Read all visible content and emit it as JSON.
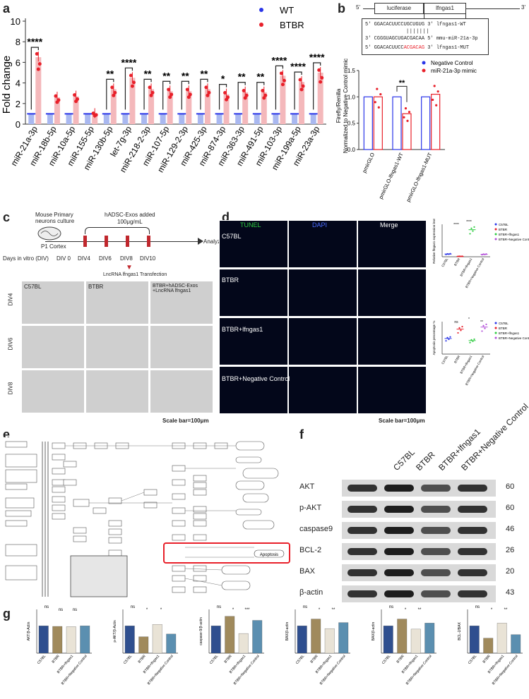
{
  "panels": {
    "a": "a",
    "b": "b",
    "c": "c",
    "d": "d",
    "e": "e",
    "f": "f",
    "g": "g"
  },
  "panel_a": {
    "legend": [
      "WT",
      "BTBR"
    ],
    "ylabel": "Fold change",
    "yticks": [
      "0",
      "2",
      "4",
      "6",
      "8",
      "10"
    ],
    "colors": {
      "wt": "#2a35e8",
      "btbr": "#e8202a",
      "bar_wt": "#a9b8f0",
      "bar_btbr": "#f4b8bb"
    },
    "sig": [
      "****",
      "",
      "",
      "",
      "**",
      "****",
      "**",
      "**",
      "**",
      "**",
      "*",
      "**",
      "**",
      "****",
      "****",
      "****"
    ]
  },
  "chart_data": [
    {
      "type": "bar",
      "categories": [
        "miR-21a-3p",
        "miR-18b-5p",
        "miR-10a-5p",
        "miR-155-5p",
        "miR-130b-5p",
        "let-7g-3p",
        "miR-218-2-3p",
        "miR-107-5p",
        "miR-129-2-3p",
        "miR-425-3p",
        "miR-874-3p",
        "miR-363-3p",
        "miR-491-5p",
        "miR-103-3p",
        "miR-199a-5p",
        "miR-23a-3p"
      ],
      "series": [
        {
          "name": "WT",
          "values": [
            1,
            1,
            1,
            1,
            1,
            1,
            1,
            1,
            1,
            1,
            1,
            1,
            1,
            1,
            1,
            1
          ]
        },
        {
          "name": "BTBR",
          "values": [
            6.5,
            2.6,
            2.7,
            1.0,
            3.4,
            4.5,
            3.4,
            3.2,
            3.2,
            3.4,
            2.9,
            3.1,
            3.1,
            4.7,
            4.1,
            5.0
          ]
        }
      ],
      "ylabel": "Fold change",
      "ylim": [
        0,
        10
      ]
    },
    {
      "type": "bar",
      "categories": [
        "pmirGLO",
        "pmirGLO-lfngas1-WT",
        "pmirGLO-lfngas1-MUT"
      ],
      "series": [
        {
          "name": "Negative Control",
          "values": [
            1.0,
            1.0,
            1.0
          ]
        },
        {
          "name": "miR-21a-3p mimic",
          "values": [
            1.0,
            0.68,
            1.05
          ]
        }
      ],
      "ylabel": "Firefly/Renilla Normalized to Negative Control mimic",
      "ylim": [
        0,
        1.5
      ]
    }
  ],
  "panel_b": {
    "construct": {
      "left": "5'",
      "luc": "luciferase",
      "gene": "lfngas1",
      "right": "3'"
    },
    "seq_wt": {
      "a": "5' GGACACUUCCUGCUGUG",
      "b": "3'  lfngas1-WT"
    },
    "seq_mir": {
      "a": "3'  CGGGUAGCUGACGACAA",
      "b": "5'  mmu-miR-21a-3p"
    },
    "seq_mut": {
      "a": "5' GGACACUUCC",
      "m": "ACGACAG",
      "b": "3'  lfngas1-MUT"
    },
    "legend": [
      "Negative Control",
      "miR-21a-3p mimic"
    ],
    "ylabel": "Firefly/Renilla",
    "ylabel2": "Normalized to Negative Control mimic",
    "yticks": [
      "0.0",
      "0.5",
      "1.0",
      "1.5"
    ],
    "sig": "**"
  },
  "panel_c": {
    "title": "Mouse Primary\nneurons culture",
    "p1": "P1 Cortex",
    "exos": "hADSC-Exos added",
    "conc": "100μg/mL",
    "div_label": "Days in vitro (DIV)",
    "divs": [
      "DIV 0",
      "DIV4",
      "DIV6",
      "DIV8",
      "DIV10"
    ],
    "analyze": "Analyze",
    "transfection": "LncRNA lfngas1 Transfection",
    "cols": [
      "C57BL",
      "BTBR",
      "BTBR+hADSC-Exos\n+LncRNA lfngas1"
    ],
    "rows": [
      "DIV4",
      "DIV6",
      "DIV8"
    ],
    "scale": "Scale bar=100μm"
  },
  "panel_d": {
    "headers": [
      "TUNEL",
      "DAPI",
      "Merge"
    ],
    "rows": [
      "C57BL",
      "BTBR",
      "BTBR+lfngas1",
      "BTBR+Negative Control"
    ],
    "scale": "Scale bar=100μm",
    "legend": [
      "C57BL",
      "BTBR",
      "BTBR+lfngas1",
      "BTBR+Negative Control"
    ],
    "plot1_ylabel": "Relative lfngas1 expression level",
    "plot2_ylabel": "Apoptosis percentage %",
    "sig1": [
      "****",
      "****"
    ],
    "sig2": [
      "ns",
      "*",
      "**"
    ]
  },
  "panel_e": {
    "highlight": "Apoptosis"
  },
  "panel_f": {
    "cols": [
      "C57BL",
      "BTBR",
      "BTBR+lfngas1",
      "BTBR+Negative Control"
    ],
    "rows": [
      {
        "name": "AKT",
        "kda": "60"
      },
      {
        "name": "p-AKT",
        "kda": "60"
      },
      {
        "name": "caspase9",
        "kda": "46"
      },
      {
        "name": "BCL-2",
        "kda": "26"
      },
      {
        "name": "BAX",
        "kda": "20"
      },
      {
        "name": "β-actin",
        "kda": "43"
      }
    ]
  },
  "panel_g": {
    "charts": [
      {
        "ylabel": "AKT/β-Actin",
        "values": [
          1.0,
          0.98,
          0.97,
          1.0
        ],
        "sig": [
          "ns",
          "ns",
          "ns"
        ]
      },
      {
        "ylabel": "p-AKT/β-Actin",
        "values": [
          1.0,
          0.6,
          1.05,
          0.7
        ],
        "sig": [
          "ns",
          "*",
          "*"
        ]
      },
      {
        "ylabel": "caspase-9/β-actin",
        "values": [
          1.0,
          1.35,
          0.72,
          1.2
        ],
        "sig": [
          "ns",
          "*",
          "***"
        ]
      },
      {
        "ylabel": "BAX/β-actin",
        "values": [
          1.0,
          1.25,
          0.9,
          1.12
        ],
        "sig": [
          "ns",
          "*",
          "**"
        ]
      },
      {
        "ylabel": "BAX/β-actin",
        "values": [
          1.0,
          1.25,
          0.88,
          1.1
        ],
        "sig": [
          "ns",
          "*",
          "**"
        ]
      },
      {
        "ylabel": "BCL-2/BAX",
        "values": [
          1.0,
          0.55,
          1.1,
          0.68
        ],
        "sig": [
          "ns",
          "*",
          "**"
        ]
      }
    ],
    "xlabels": [
      "C57BL",
      "BTBR",
      "BTBR+lfngas1",
      "BTBR+Negative Control"
    ],
    "colors": [
      "#2f4f8f",
      "#a08a5c",
      "#e9e3d6",
      "#5b8fb0"
    ]
  }
}
